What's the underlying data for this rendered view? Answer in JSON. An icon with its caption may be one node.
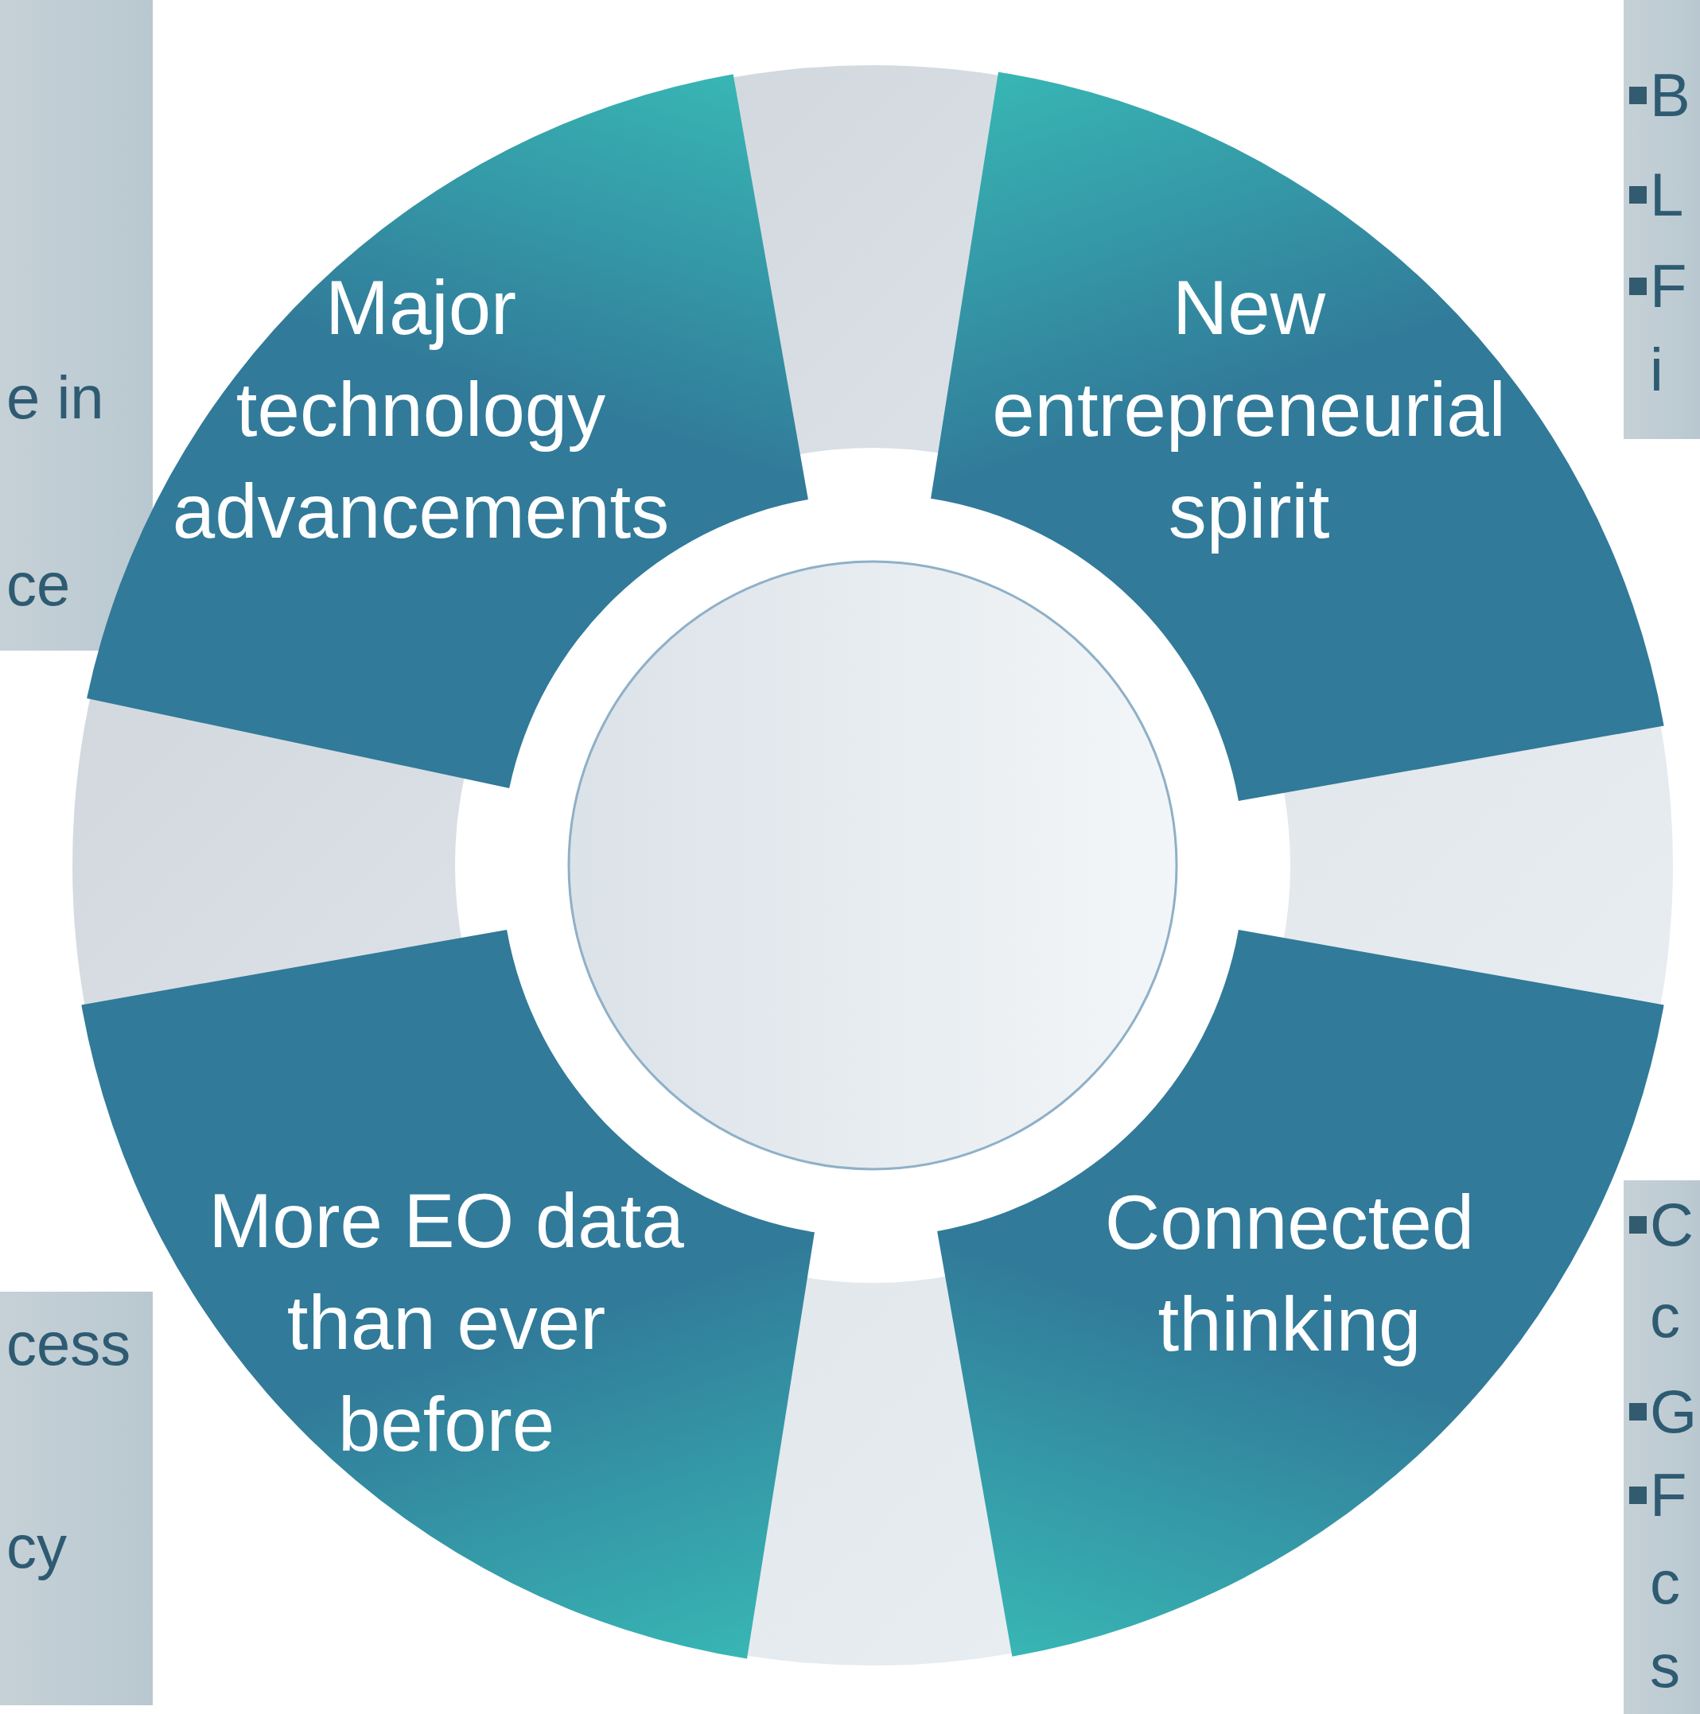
{
  "diagram": {
    "nodes": [
      {
        "text": [
          "e in",
          "ce"
        ]
      },
      {
        "text": [
          "B",
          "L",
          "F",
          "i"
        ]
      },
      {
        "text": [
          "Major technology advancements"
        ]
      },
      {
        "text": [
          "New entrepreneurial spirit"
        ]
      },
      {
        "text": [
          "C",
          "c",
          "G",
          "F",
          "c",
          "s"
        ]
      },
      {
        "text": [
          "Connected thinking"
        ]
      },
      {
        "text": [
          "More EO data than ever before"
        ]
      },
      {
        "text": [
          "cess",
          "cy"
        ]
      },
      {
        "text": [],
        "shape": "circle"
      }
    ]
  }
}
